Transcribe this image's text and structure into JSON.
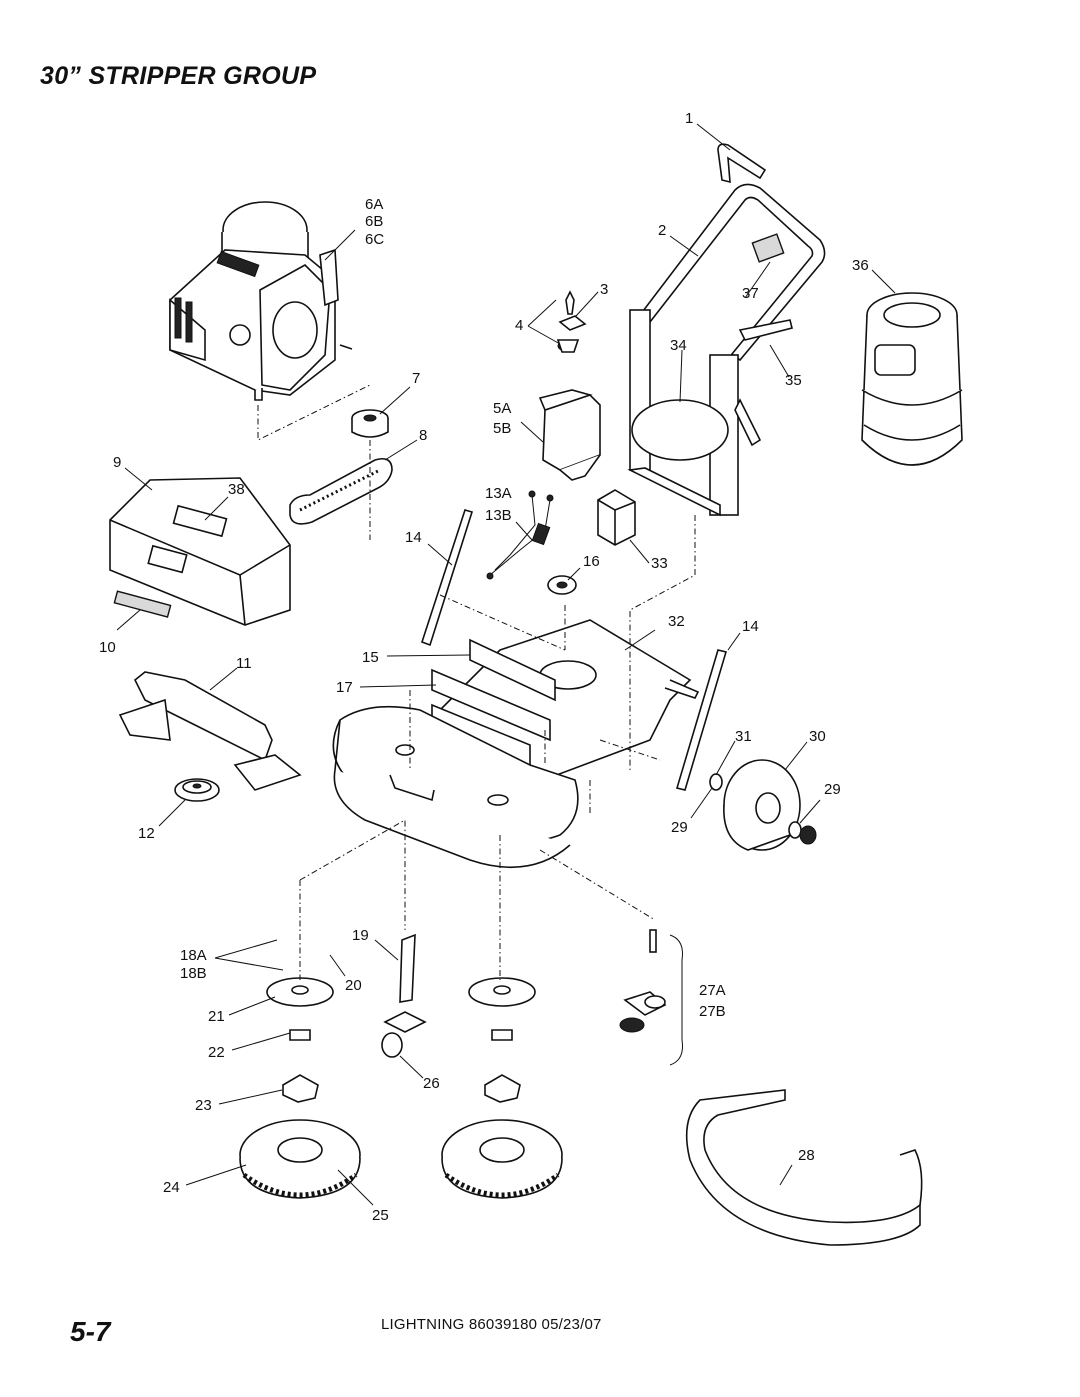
{
  "title": "30” STRIPPER GROUP",
  "page_number": "5-7",
  "footer": "LIGHTNING 86039180  05/23/07",
  "callouts": {
    "c1": "1",
    "c2": "2",
    "c3": "3",
    "c4": "4",
    "c5a": "5A",
    "c5b": "5B",
    "c6a": "6A",
    "c6b": "6B",
    "c6c": "6C",
    "c7": "7",
    "c8": "8",
    "c9": "9",
    "c10": "10",
    "c11": "11",
    "c12": "12",
    "c13a": "13A",
    "c13b": "13B",
    "c14a": "14",
    "c14b": "14",
    "c15": "15",
    "c16": "16",
    "c17": "17",
    "c18a": "18A",
    "c18b": "18B",
    "c19": "19",
    "c20": "20",
    "c21": "21",
    "c22": "22",
    "c23": "23",
    "c24": "24",
    "c25": "25",
    "c26": "26",
    "c27a": "27A",
    "c27b": "27B",
    "c28": "28",
    "c29a": "29",
    "c29b": "29",
    "c30": "30",
    "c31": "31",
    "c32": "32",
    "c33": "33",
    "c34": "34",
    "c35": "35",
    "c36": "36",
    "c37": "37",
    "c38": "38"
  }
}
